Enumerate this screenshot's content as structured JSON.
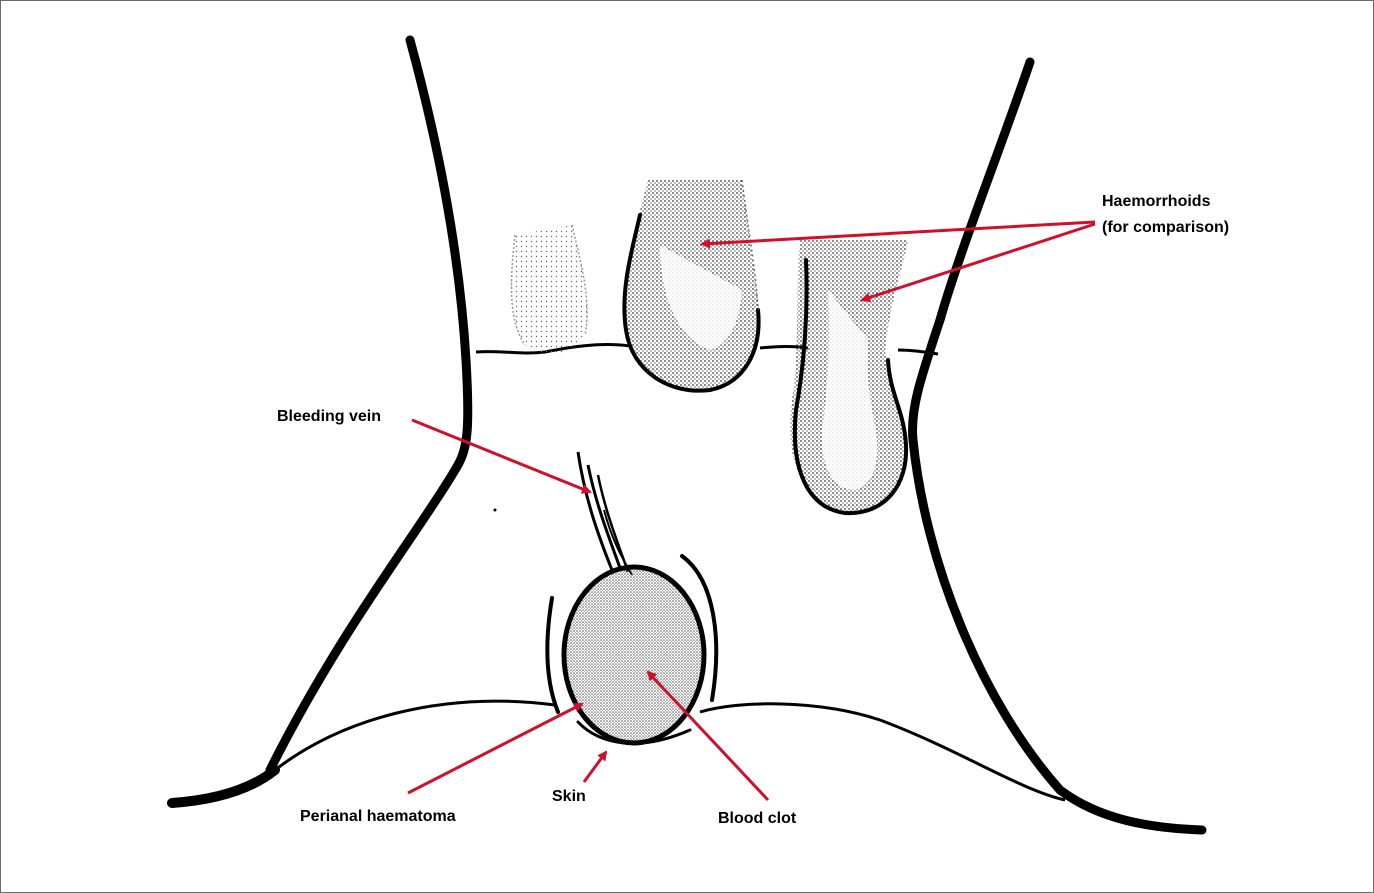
{
  "labels": {
    "haemorrhoids_line1": "Haemorrhoids",
    "haemorrhoids_line2": "(for comparison)",
    "bleeding_vein": "Bleeding vein",
    "perianal_haematoma": "Perianal haematoma",
    "skin": "Skin",
    "blood_clot": "Blood clot"
  },
  "colors": {
    "outline": "#000000",
    "arrow": "#d0102a",
    "stipple": "#4a4a4a"
  }
}
